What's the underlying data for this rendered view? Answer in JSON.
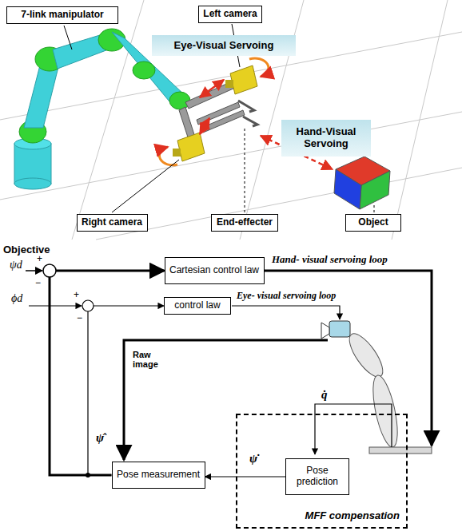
{
  "diagram": {
    "nodes": [
      {
        "text": [
          "7-link manipulator"
        ]
      },
      {
        "text": [
          "Left camera"
        ]
      },
      {
        "text": [
          "Eye-Visual Servoing"
        ]
      },
      {
        "text": [
          "Hand-Visual Servoing"
        ]
      },
      {
        "text": [
          "Right camera"
        ]
      },
      {
        "text": [
          "End-effecter"
        ]
      },
      {
        "text": [
          "Object"
        ]
      },
      {
        "text": [
          "Cartesian control law"
        ]
      },
      {
        "text": [
          "control law"
        ]
      },
      {
        "text": [
          "Pose measurement"
        ]
      },
      {
        "text": [
          "MFF compensation"
        ]
      },
      {
        "text": [
          "Pose prediction"
        ],
        "in": 10
      }
    ],
    "edges": [
      {
        "from": 9,
        "to": 7,
        "arrow": "to"
      },
      {
        "from": 9,
        "to": 8,
        "arrow": "to"
      },
      {
        "from": 11,
        "to": 9,
        "arrow": "to"
      }
    ],
    "labels": [
      "Objective",
      "ψd",
      "+",
      "−",
      "ϕd",
      "+",
      "−",
      "Hand- visual servoing loop",
      "Eye- visual servoing loop",
      "Raw image",
      "ψ̂",
      "q̇",
      "ψ̇"
    ]
  }
}
